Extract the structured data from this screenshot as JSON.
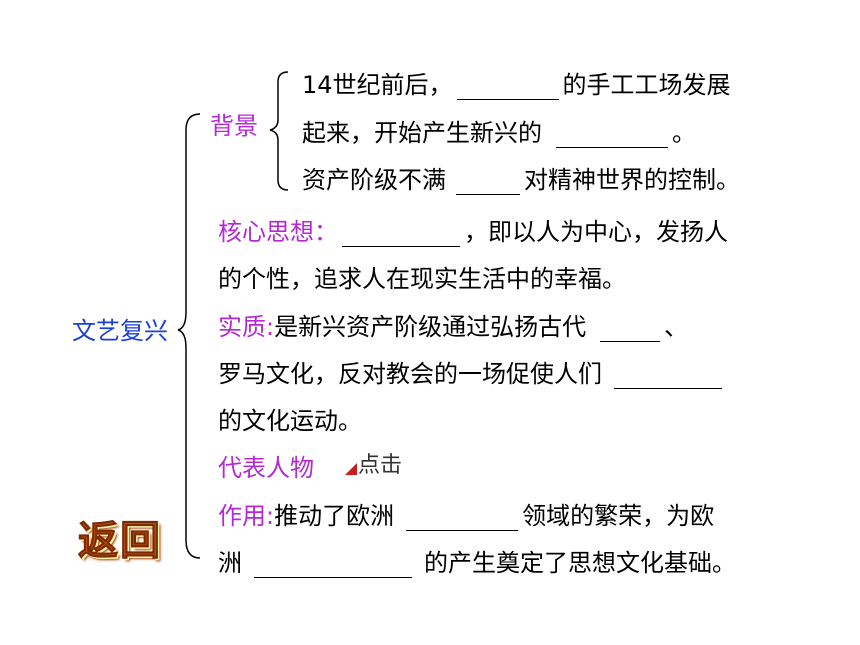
{
  "colors": {
    "topic": "#1a3de0",
    "label": "#b428d6",
    "text": "#000000",
    "back": "#d85a14"
  },
  "topic": "文艺复兴",
  "background": {
    "label": "背景",
    "lines": [
      {
        "pre": "14世纪前后，",
        "post": "的手工工场发展"
      },
      {
        "pre": "起来，开始产生新兴的",
        "post": "。"
      },
      {
        "pre": "资产阶级不满",
        "post": "对精神世界的控制。"
      }
    ]
  },
  "core": {
    "label": "核心思想：",
    "line1_post": "，即以人为中心，发扬人",
    "line2": "的个性，追求人在现实生活中的幸福。"
  },
  "essence": {
    "label": "实质:",
    "line1_text": "是新兴资产阶级通过弘扬古代",
    "line1_post": "、",
    "line2_text": "罗马文化，反对教会的一场促使人们",
    "line3": "的文化运动。"
  },
  "representatives": {
    "label": "代表人物",
    "click_label": "点击"
  },
  "effect": {
    "label": "作用:",
    "line1_text": "推动了欧洲",
    "line1_post": "领域的繁荣，为欧",
    "line2_pre": "洲",
    "line2_post": "的产生奠定了思想文化基础。"
  },
  "back_button": "返回"
}
